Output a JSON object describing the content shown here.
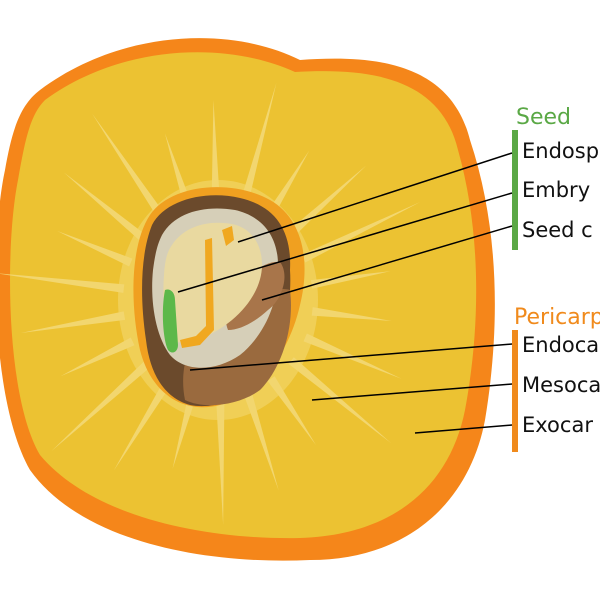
{
  "seed": {
    "title": "Seed",
    "color": "#5aa845",
    "labels": [
      "Endosp",
      "Embry",
      "Seed c"
    ]
  },
  "pericarp": {
    "title": "Pericarp",
    "color": "#f08a1c",
    "labels": [
      "Endoca",
      "Mesoca",
      "Exocar"
    ]
  },
  "colors": {
    "exocarp": "#f5861a",
    "mesocarp": "#ecc232",
    "mesocarp_rays": "#f4da7a",
    "endocarp_outer": "#6b4a2c",
    "endocarp_inner": "#d6cfb8",
    "endosperm": "#e9d9a0",
    "embryo_green": "#5cb84a",
    "embryo_orange": "#f0a820",
    "seed_coat": "#a8754a"
  }
}
